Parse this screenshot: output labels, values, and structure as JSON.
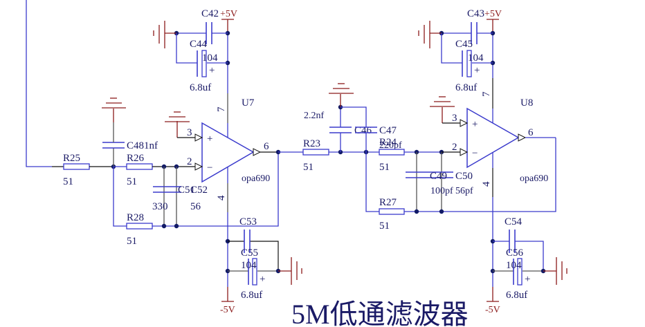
{
  "title": "5M低通滤波器",
  "power": {
    "vplus": "+5V",
    "vminus": "-5V"
  },
  "stage1": {
    "opamp": {
      "ref": "U7",
      "part": "opa690",
      "pin_plus": "3",
      "pin_minus": "2",
      "pin_out": "6",
      "pin_vcc": "7",
      "pin_vee": "4"
    },
    "resistors": [
      {
        "ref": "R25",
        "value": "51"
      },
      {
        "ref": "R26",
        "value": "51"
      },
      {
        "ref": "R28",
        "value": "51"
      }
    ],
    "capacitors": [
      {
        "ref": "C48",
        "value": "1nf",
        "label": "C481nf"
      },
      {
        "ref": "C51",
        "value": "330",
        "label": "C51"
      },
      {
        "ref": "C52",
        "value": "56",
        "label": "C52"
      },
      {
        "ref": "C42",
        "value": ""
      },
      {
        "ref": "C44",
        "value": "104"
      },
      {
        "ref": "C44_elec_value",
        "value": "6.8uf"
      },
      {
        "ref": "C53",
        "value": ""
      },
      {
        "ref": "C55",
        "value": "104"
      },
      {
        "ref": "C55_elec_value",
        "value": "6.8uf"
      }
    ]
  },
  "stage2": {
    "opamp": {
      "ref": "U8",
      "part": "opa690",
      "pin_plus": "3",
      "pin_minus": "2",
      "pin_out": "6",
      "pin_vcc": "7",
      "pin_vee": "4"
    },
    "resistors": [
      {
        "ref": "R23",
        "value": "51"
      },
      {
        "ref": "R24",
        "value": "51"
      },
      {
        "ref": "R27",
        "value": "51"
      }
    ],
    "capacitors": [
      {
        "ref": "C46",
        "value": "2.2nf"
      },
      {
        "ref": "C47",
        "value": "220pf"
      },
      {
        "ref": "C49",
        "value": "100pf"
      },
      {
        "ref": "C50",
        "value": "56pf"
      },
      {
        "ref": "C43",
        "value": ""
      },
      {
        "ref": "C45",
        "value": "104"
      },
      {
        "ref": "C45_elec_value",
        "value": "6.8uf"
      },
      {
        "ref": "C54",
        "value": ""
      },
      {
        "ref": "C56",
        "value": "104"
      },
      {
        "ref": "C56_elec_value",
        "value": "6.8uf"
      }
    ]
  },
  "symbols": {
    "plus": "+",
    "minus": "−",
    "elec_plus": "+"
  }
}
